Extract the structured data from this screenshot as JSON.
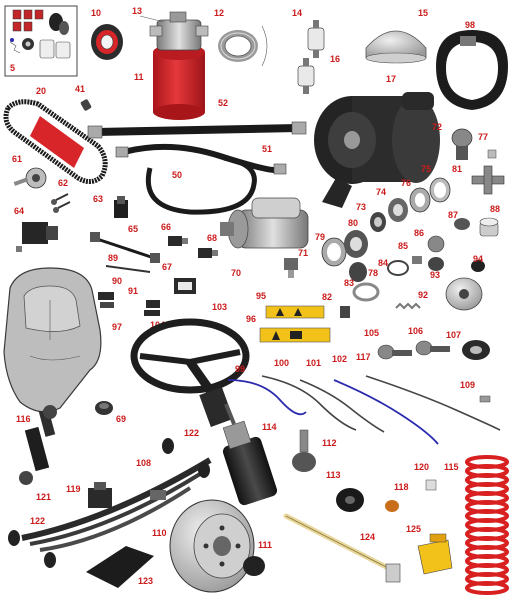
{
  "colors": {
    "accent_red": "#cc1a1a",
    "filter_red": "#d8252a",
    "dark": "#1e1e1e",
    "gray": "#8c8c8c",
    "light_gray": "#d6d6d6",
    "blue_cable": "#2b2bb0",
    "warning_yellow": "#f2c21a",
    "spring_red": "#d92020"
  },
  "callouts": {
    "c5": "5",
    "c10": "10",
    "c11": "11",
    "c12": "12",
    "c13": "13",
    "c14": "14",
    "c15": "15",
    "c16": "16",
    "c17": "17",
    "c20": "20",
    "c41": "41",
    "c50": "50",
    "c51": "51",
    "c52": "52",
    "c61": "61",
    "c62": "62",
    "c63": "63",
    "c64": "64",
    "c65": "65",
    "c66": "66",
    "c67": "67",
    "c68": "68",
    "c69": "69",
    "c70": "70",
    "c71": "71",
    "c72": "72",
    "c73": "73",
    "c74": "74",
    "c75": "75",
    "c76": "76",
    "c77": "77",
    "c78": "78",
    "c79": "79",
    "c80": "80",
    "c81": "81",
    "c82": "82",
    "c83": "83",
    "c84": "84",
    "c85": "85",
    "c86": "86",
    "c87": "87",
    "c88": "88",
    "c89": "89",
    "c90": "90",
    "c91": "91",
    "c92": "92",
    "c93": "93",
    "c94": "94",
    "c95": "95",
    "c96": "96",
    "c97": "97",
    "c98": "98",
    "c99": "99",
    "c100": "100",
    "c101": "101",
    "c102": "102",
    "c103": "103",
    "c104": "104",
    "c105": "105",
    "c106": "106",
    "c107": "107",
    "c108": "108",
    "c109": "109",
    "c110": "110",
    "c111": "111",
    "c112": "112",
    "c113": "113",
    "c114": "114",
    "c115": "115",
    "c116": "116",
    "c117": "117",
    "c118": "118",
    "c119": "119",
    "c120": "120",
    "c121": "121",
    "c122a": "122",
    "c122b": "122",
    "c123": "123",
    "c124": "124",
    "c125": "125"
  }
}
